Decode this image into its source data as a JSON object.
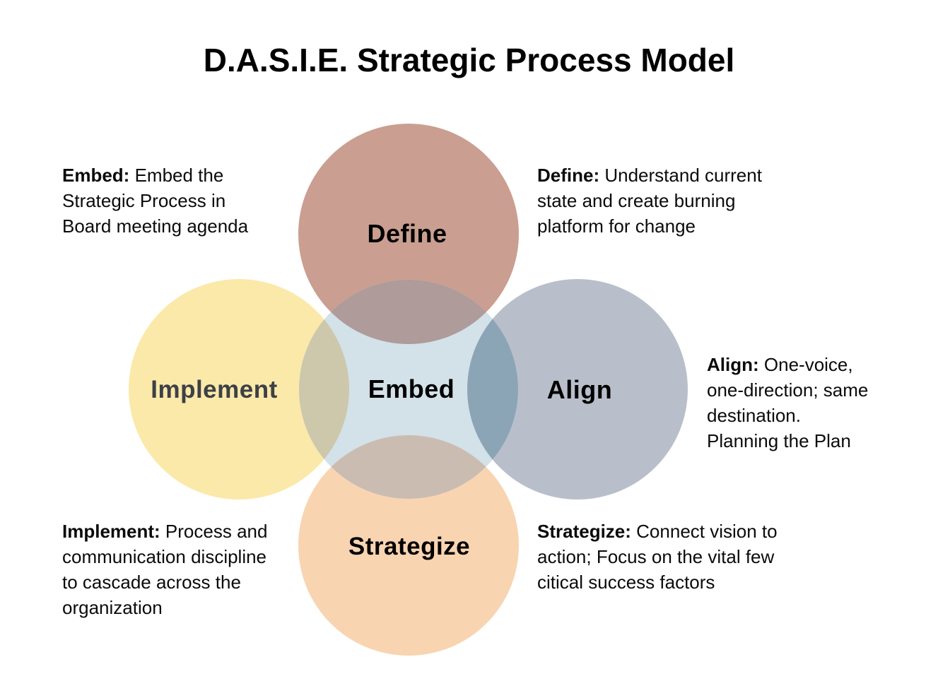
{
  "title": "D.A.S.I.E. Strategic Process Model",
  "circles": {
    "define": {
      "label": "Define",
      "fill": "#CA9E90"
    },
    "implement": {
      "label": "Implement",
      "fill": "#FBE9A9"
    },
    "align": {
      "label": "Align",
      "fill": "#B8BFCA"
    },
    "strategize": {
      "label": "Strategize",
      "fill": "#F9D4B1"
    },
    "embed": {
      "label": "Embed",
      "fill": "#D3E1E9"
    }
  },
  "overlaps": {
    "define_embed": "#AE9B9A",
    "implement_embed": "#CDC8AC",
    "align_embed": "#8BA5B7",
    "strategize_embed": "#CBBCB2"
  },
  "notes": {
    "embed": {
      "term": "Embed:",
      "rest": "Embed the Strategic Process in Board meeting agenda"
    },
    "define": {
      "term": "Define:",
      "rest": "Understand current state and create burning platform for change"
    },
    "align": {
      "term": "Align:",
      "rest": "One-voice, one-direction; same destination. Planning the Plan"
    },
    "implement": {
      "term": "Implement:",
      "rest": "Process and communication discipline to cascade across the organization"
    },
    "strategize": {
      "term": "Strategize:",
      "rest": "Connect vision to action; Focus on the vital few citical success factors"
    }
  }
}
